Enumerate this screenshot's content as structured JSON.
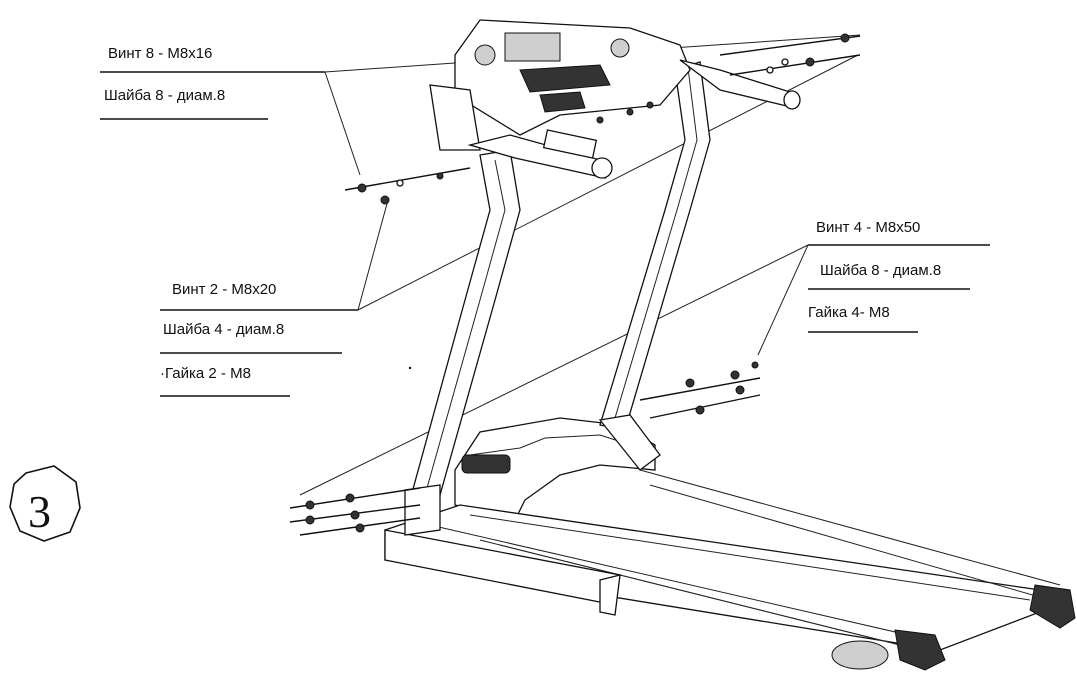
{
  "labels": {
    "top_screw": "Винт 8 - M8x16",
    "top_washer": "Шайба 8 - диам.8",
    "mid_screw": "Винт 2 - M8x20",
    "mid_washer": "Шайба 4 - диам.8",
    "mid_nut": "·Гайка 2 - M8",
    "right_screw": "Винт 4 - M8x50",
    "right_washer": "Шайба 8 - диам.8",
    "right_nut": "Гайка 4- M8"
  },
  "step_number": "3"
}
